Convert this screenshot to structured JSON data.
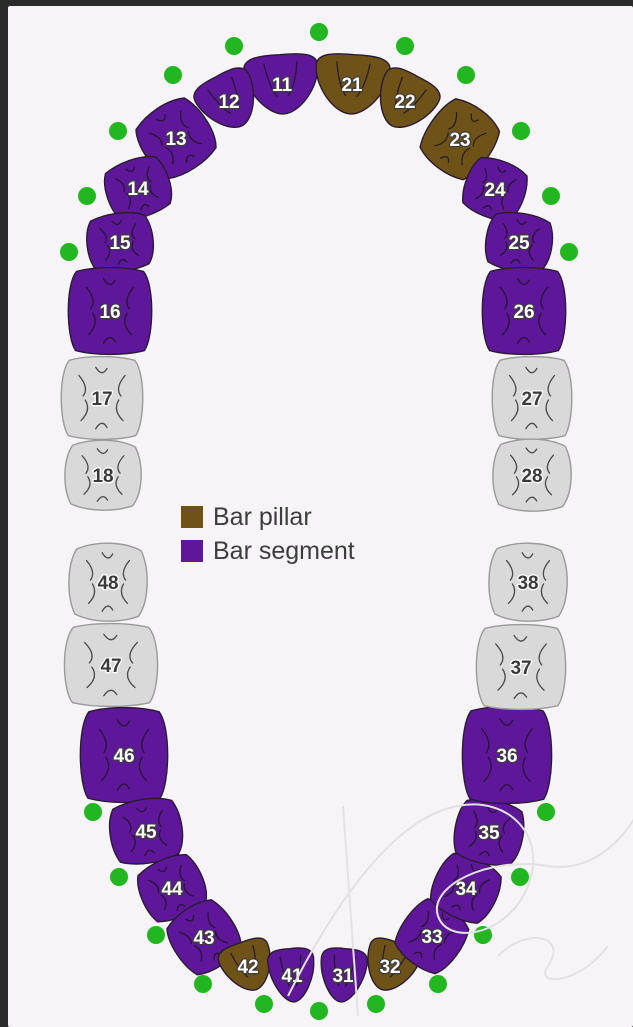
{
  "colors": {
    "bar_pillar": "#6e5217",
    "bar_segment": "#5d1798",
    "not_involved": "#d9d9d9",
    "implant_dot": "#22b620"
  },
  "legend": {
    "pillar_label": "Bar pillar",
    "segment_label": "Bar segment"
  },
  "teeth": [
    {
      "number": "11",
      "type": "segment"
    },
    {
      "number": "12",
      "type": "segment"
    },
    {
      "number": "13",
      "type": "segment"
    },
    {
      "number": "14",
      "type": "segment"
    },
    {
      "number": "15",
      "type": "segment"
    },
    {
      "number": "16",
      "type": "segment"
    },
    {
      "number": "17",
      "type": "none"
    },
    {
      "number": "18",
      "type": "none"
    },
    {
      "number": "21",
      "type": "pillar"
    },
    {
      "number": "22",
      "type": "pillar"
    },
    {
      "number": "23",
      "type": "pillar"
    },
    {
      "number": "24",
      "type": "segment"
    },
    {
      "number": "25",
      "type": "segment"
    },
    {
      "number": "26",
      "type": "segment"
    },
    {
      "number": "27",
      "type": "none"
    },
    {
      "number": "28",
      "type": "none"
    },
    {
      "number": "48",
      "type": "none"
    },
    {
      "number": "47",
      "type": "none"
    },
    {
      "number": "46",
      "type": "segment"
    },
    {
      "number": "45",
      "type": "segment"
    },
    {
      "number": "44",
      "type": "segment"
    },
    {
      "number": "43",
      "type": "segment"
    },
    {
      "number": "42",
      "type": "pillar"
    },
    {
      "number": "41",
      "type": "segment"
    },
    {
      "number": "31",
      "type": "segment"
    },
    {
      "number": "32",
      "type": "pillar"
    },
    {
      "number": "33",
      "type": "segment"
    },
    {
      "number": "34",
      "type": "segment"
    },
    {
      "number": "35",
      "type": "segment"
    },
    {
      "number": "36",
      "type": "segment"
    },
    {
      "number": "37",
      "type": "none"
    },
    {
      "number": "38",
      "type": "none"
    }
  ],
  "implant_dot_count": 22
}
